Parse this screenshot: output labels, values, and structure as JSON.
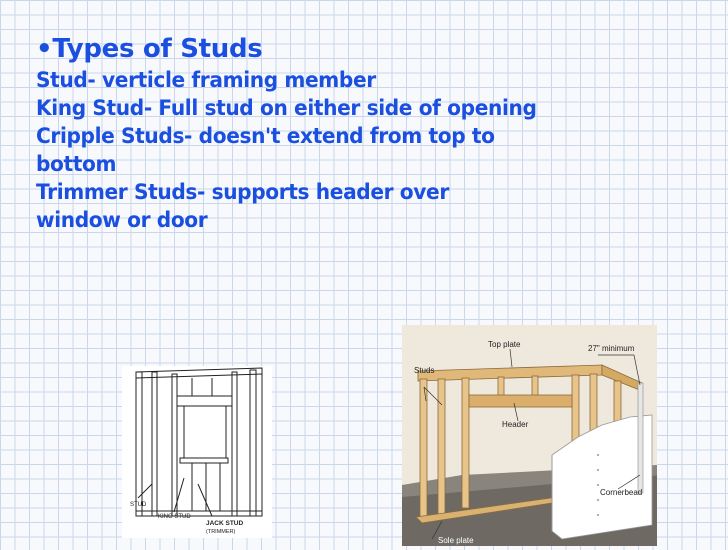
{
  "slide": {
    "title": "•Types of Studs",
    "lines": [
      "Stud-  verticle framing member",
      "King Stud- Full stud on either side of opening",
      "Cripple Studs- doesn't extend from top to",
      "bottom",
      "Trimmer Studs- supports header over",
      "window or door"
    ]
  },
  "figure_left": {
    "labels": {
      "stud": "STUD",
      "king_stud": "KING STUD",
      "jack_stud": "JACK STUD",
      "trimmer": "(TRIMMER)"
    }
  },
  "figure_right": {
    "labels": {
      "top_plate": "Top plate",
      "minimum": "27\" minimum",
      "studs": "Studs",
      "header": "Header",
      "cornerbead": "Cornerbead",
      "sole_plate": "Sole plate"
    }
  }
}
